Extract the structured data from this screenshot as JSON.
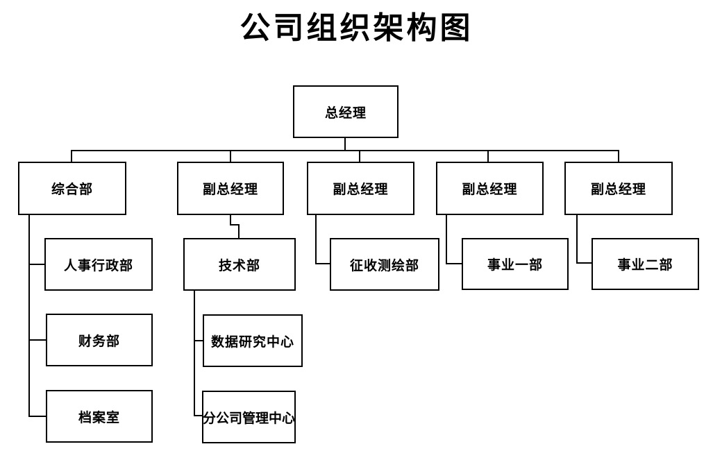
{
  "page": {
    "title": "公司组织架构图"
  },
  "nodes": {
    "general_manager": {
      "label": "总经理"
    },
    "comprehensive_dept": {
      "label": "综合部"
    },
    "deputy_gm_1": {
      "label": "副总经理"
    },
    "deputy_gm_2": {
      "label": "副总经理"
    },
    "deputy_gm_3": {
      "label": "副总经理"
    },
    "deputy_gm_4": {
      "label": "副总经理"
    },
    "hr_admin_dept": {
      "label": "人事行政部"
    },
    "technology_dept": {
      "label": "技术部"
    },
    "levy_surveying_dept": {
      "label": "征收测绘部"
    },
    "business_dept_1": {
      "label": "事业一部"
    },
    "business_dept_2": {
      "label": "事业二部"
    },
    "finance_dept": {
      "label": "财务部"
    },
    "archives_room": {
      "label": "档案室"
    },
    "data_research_center": {
      "label": "数据研究中心"
    },
    "branch_management_center": {
      "label": "分公司管理中心"
    }
  },
  "hierarchy": [
    {
      "parent": "general_manager",
      "child": "comprehensive_dept"
    },
    {
      "parent": "general_manager",
      "child": "deputy_gm_1"
    },
    {
      "parent": "general_manager",
      "child": "deputy_gm_2"
    },
    {
      "parent": "general_manager",
      "child": "deputy_gm_3"
    },
    {
      "parent": "general_manager",
      "child": "deputy_gm_4"
    },
    {
      "parent": "comprehensive_dept",
      "child": "hr_admin_dept"
    },
    {
      "parent": "comprehensive_dept",
      "child": "finance_dept"
    },
    {
      "parent": "comprehensive_dept",
      "child": "archives_room"
    },
    {
      "parent": "deputy_gm_1",
      "child": "technology_dept"
    },
    {
      "parent": "technology_dept",
      "child": "data_research_center"
    },
    {
      "parent": "technology_dept",
      "child": "branch_management_center"
    },
    {
      "parent": "deputy_gm_2",
      "child": "levy_surveying_dept"
    },
    {
      "parent": "deputy_gm_3",
      "child": "business_dept_1"
    },
    {
      "parent": "deputy_gm_4",
      "child": "business_dept_2"
    }
  ],
  "colors": {
    "background": "#ffffff",
    "line": "#000000",
    "box_border": "#000000",
    "text": "#000000"
  }
}
